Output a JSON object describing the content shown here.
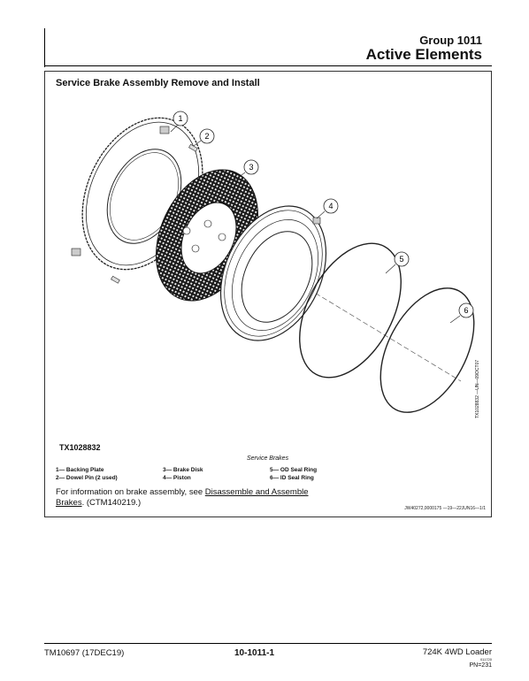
{
  "header": {
    "group": "Group 1011",
    "title": "Active Elements"
  },
  "panel": {
    "title": "Service Brake Assembly Remove and Install",
    "figure_id": "TX1028832",
    "side_id": "TX1028832 —UN—09OCT07",
    "caption": "Service Brakes",
    "callouts": [
      "1",
      "2",
      "3",
      "4",
      "5",
      "6"
    ],
    "legend_col1": [
      "1— Backing Plate",
      "2— Dowel Pin (2 used)"
    ],
    "legend_col2": [
      "3— Brake Disk",
      "4— Piston"
    ],
    "legend_col3": [
      "5— OD Seal Ring",
      "6— ID Seal Ring"
    ],
    "info_prefix": "For information on brake assembly, see ",
    "info_link": "Disassemble and Assemble Brakes",
    "info_suffix": ". (CTM140219.)",
    "ref": "JW40272,0000175 ―19―22JUN16—1/1"
  },
  "footer": {
    "left": "TM10697 (17DEC19)",
    "center": "10-1011-1",
    "right": "724K 4WD Loader",
    "small": "011720",
    "pn": "PN=231"
  }
}
